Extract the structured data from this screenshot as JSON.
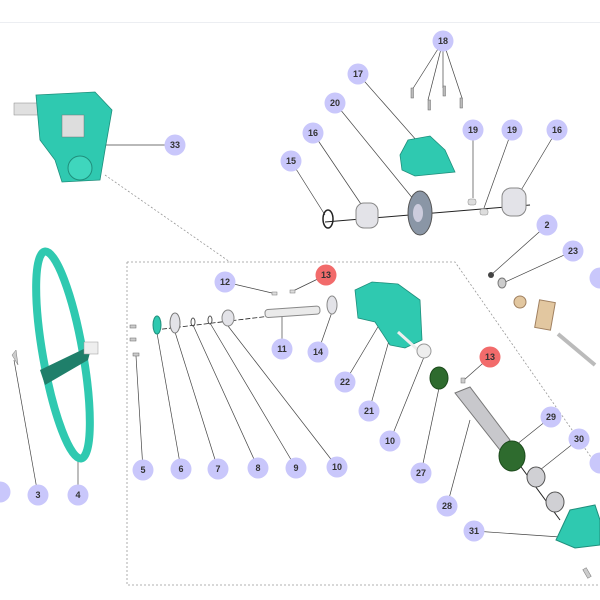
{
  "colors": {
    "callout_default": "#c9c7fb",
    "callout_highlight": "#f26b6b",
    "part_teal": "#2fc9b0",
    "part_dark_green": "#2e6b2e",
    "part_tan": "#e2c7a0",
    "part_grey": "#d9d9de"
  },
  "callouts": [
    {
      "label": "18",
      "style": "default"
    },
    {
      "label": "17",
      "style": "default"
    },
    {
      "label": "20",
      "style": "default"
    },
    {
      "label": "16",
      "style": "default"
    },
    {
      "label": "15",
      "style": "default"
    },
    {
      "label": "19",
      "style": "default"
    },
    {
      "label": "19",
      "style": "default"
    },
    {
      "label": "16",
      "style": "default"
    },
    {
      "label": "33",
      "style": "default"
    },
    {
      "label": "2",
      "style": "default"
    },
    {
      "label": "23",
      "style": "default"
    },
    {
      "label": "12",
      "style": "default"
    },
    {
      "label": "13",
      "style": "highlight"
    },
    {
      "label": "11",
      "style": "default"
    },
    {
      "label": "14",
      "style": "default"
    },
    {
      "label": "5",
      "style": "default"
    },
    {
      "label": "6",
      "style": "default"
    },
    {
      "label": "7",
      "style": "default"
    },
    {
      "label": "8",
      "style": "default"
    },
    {
      "label": "9",
      "style": "default"
    },
    {
      "label": "10",
      "style": "default"
    },
    {
      "label": "22",
      "style": "default"
    },
    {
      "label": "21",
      "style": "default"
    },
    {
      "label": "10",
      "style": "default"
    },
    {
      "label": "13",
      "style": "highlight"
    },
    {
      "label": "27",
      "style": "default"
    },
    {
      "label": "28",
      "style": "default"
    },
    {
      "label": "29",
      "style": "default"
    },
    {
      "label": "30",
      "style": "default"
    },
    {
      "label": "31",
      "style": "default"
    },
    {
      "label": "3",
      "style": "default"
    },
    {
      "label": "4",
      "style": "default"
    }
  ]
}
